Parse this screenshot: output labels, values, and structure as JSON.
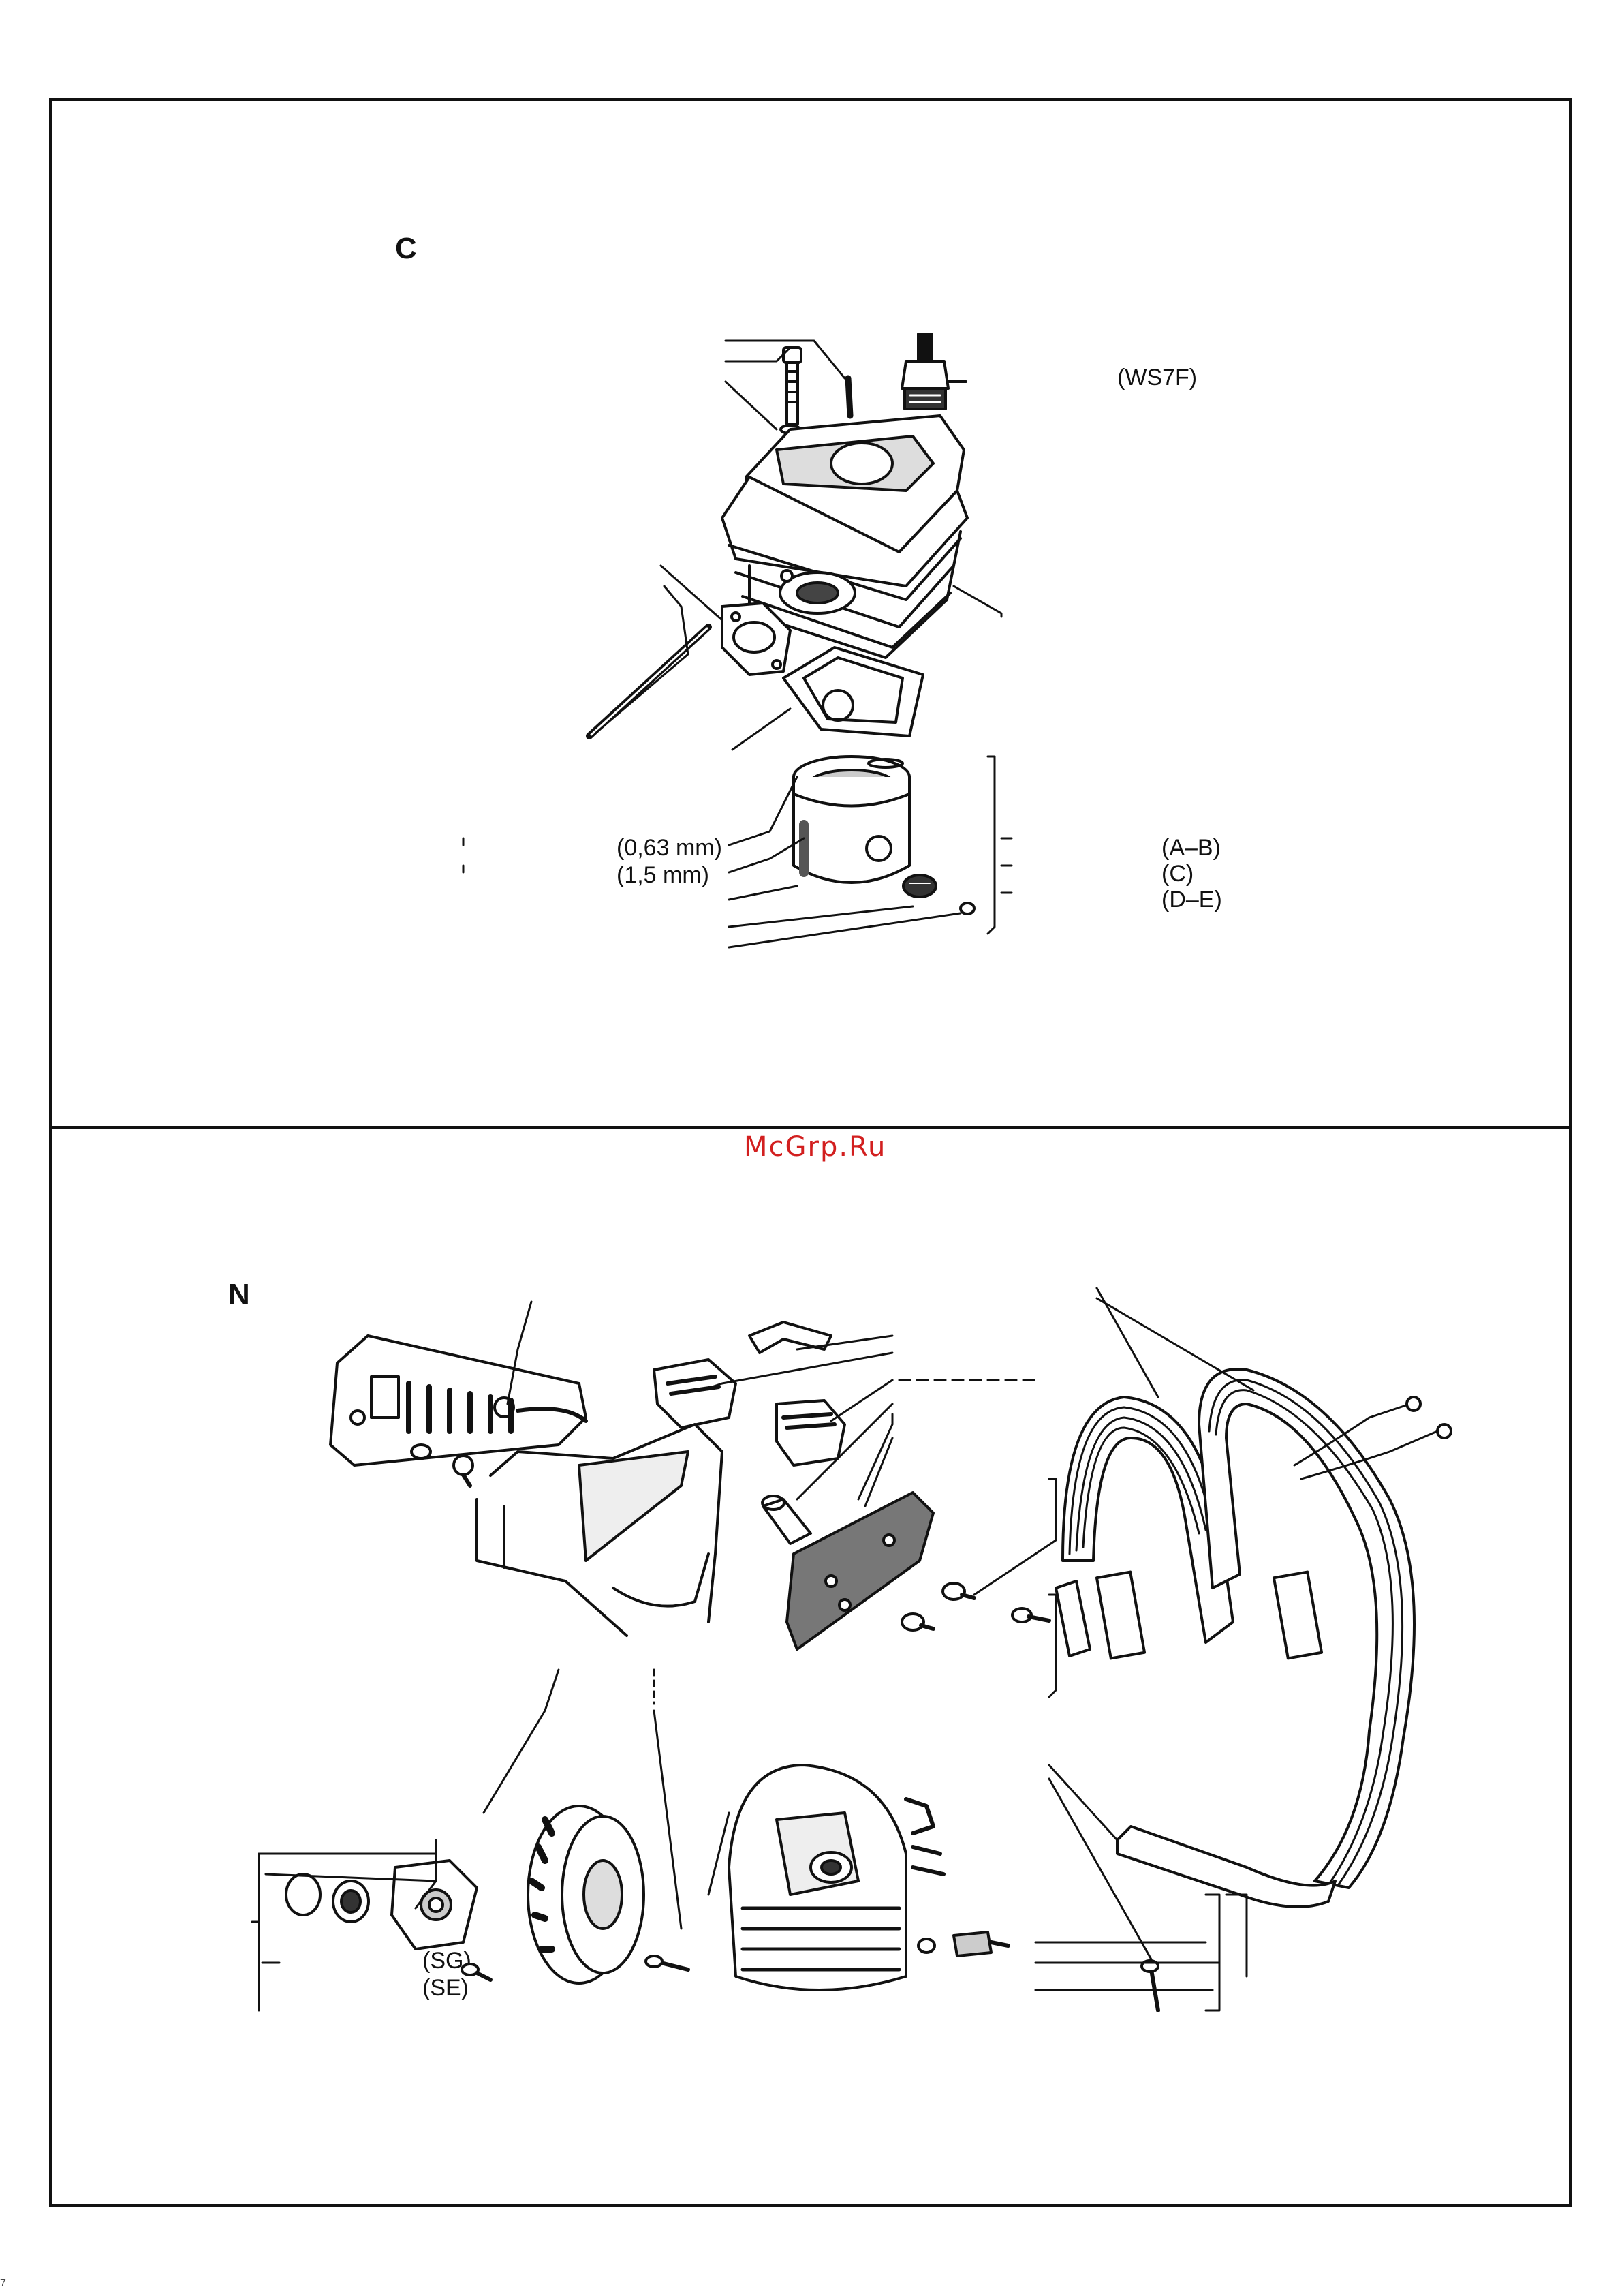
{
  "section_c": {
    "letter": "C",
    "spark_plug_code": "(WS7F)",
    "ring_thickness": "(0,63 mm)",
    "ring_width": "(1,5 mm)",
    "size_class_ab": "(A–B)",
    "size_class_c": "(C)",
    "size_class_de": "(D–E)"
  },
  "watermark": "McGrp.Ru",
  "section_n": {
    "letter": "N",
    "variant_sg": "(SG)",
    "variant_se": "(SE)"
  },
  "footer": {
    "page_mark": "7"
  }
}
